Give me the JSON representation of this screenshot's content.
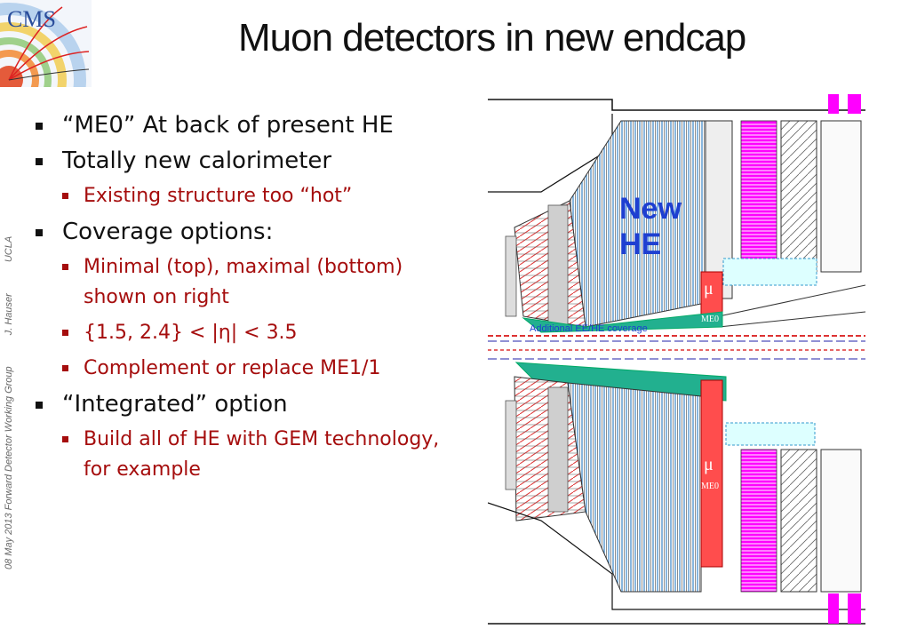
{
  "logo": {
    "text": "CMS",
    "icon": "cms-logo-icon"
  },
  "title": "Muon detectors in new endcap",
  "sidebar": {
    "date_group": "08 May 2013  Forward Detector Working Group",
    "author": "J. Hauser",
    "institution": "UCLA"
  },
  "bullets": [
    {
      "text": "“ME0” At back of present HE",
      "level": 1
    },
    {
      "text": "Totally new calorimeter",
      "level": 1
    },
    {
      "text": "Existing structure too “hot”",
      "level": 2
    },
    {
      "text": "Coverage options:",
      "level": 1
    },
    {
      "text": "Minimal (top), maximal (bottom) shown on right",
      "level": 2
    },
    {
      "text": "{1.5,  2.4} < |η| < 3.5",
      "level": 2
    },
    {
      "text": "Complement or replace ME1/1",
      "level": 2
    },
    {
      "text": "“Integrated” option",
      "level": 1
    },
    {
      "text": "Build all of HE with GEM technology, for example",
      "level": 2
    }
  ],
  "figure": {
    "new_he_label_line1": "New",
    "new_he_label_line2": "HE",
    "coverage_label": "Additional EE/HE coverage",
    "mu_symbol": "μ",
    "me0_label": "ME0",
    "colors": {
      "he_blue": "#3a86c8",
      "teal": "#22b08f",
      "me0_red": "#ff4040",
      "magenta": "#ff00ff",
      "label_blue": "#1e3fd1"
    }
  }
}
